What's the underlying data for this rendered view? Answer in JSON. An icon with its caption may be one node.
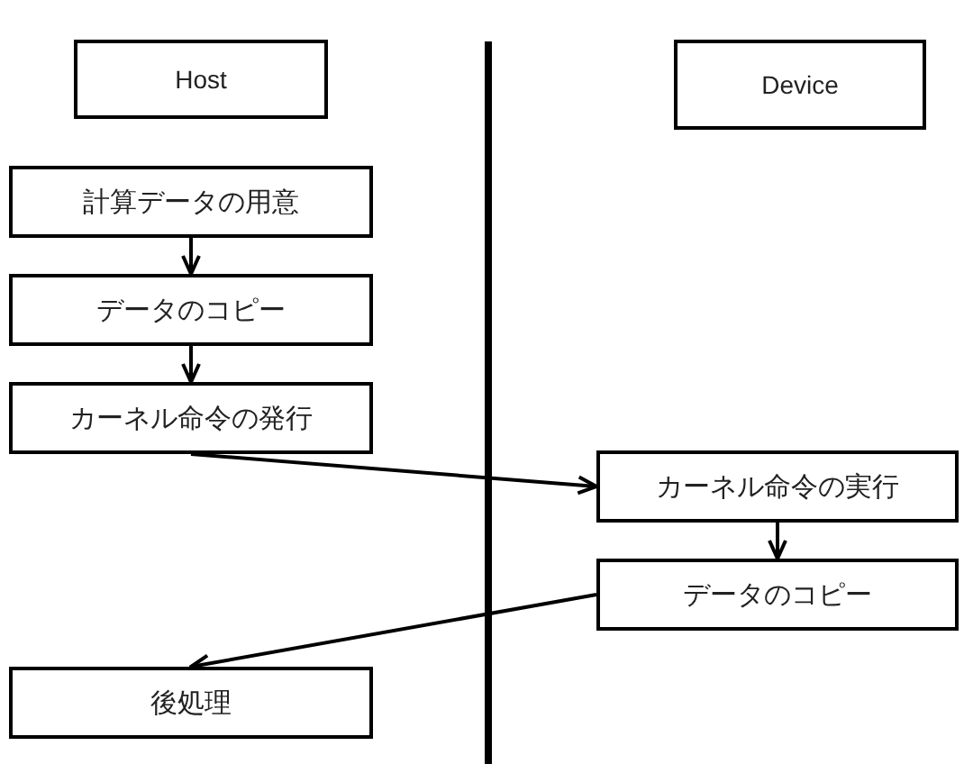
{
  "diagram": {
    "nodes": [
      {
        "text": [
          "Host"
        ]
      },
      {
        "text": [
          "Device"
        ]
      },
      {
        "text": [
          "計算データの用意"
        ]
      },
      {
        "text": [
          "データのコピー"
        ]
      },
      {
        "text": [
          "カーネル命令の発行"
        ]
      },
      {
        "text": [
          "カーネル命令の実行"
        ]
      },
      {
        "text": [
          "データのコピー"
        ]
      },
      {
        "text": [
          "後処理"
        ]
      }
    ],
    "edges": [
      {
        "from": 2,
        "to": 3,
        "arrow": "to"
      },
      {
        "from": 3,
        "to": 4,
        "arrow": "to"
      },
      {
        "from": 4,
        "to": 5,
        "arrow": "to"
      },
      {
        "from": 5,
        "to": 6,
        "arrow": "to"
      },
      {
        "from": 6,
        "to": 7,
        "arrow": "to"
      }
    ]
  }
}
